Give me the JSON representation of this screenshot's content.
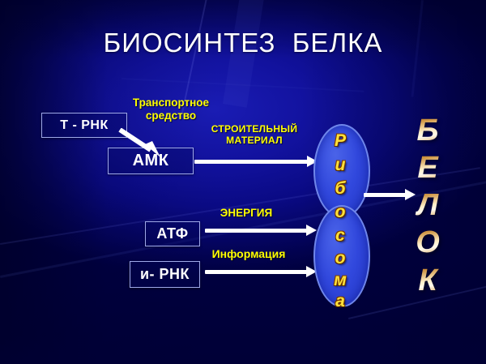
{
  "slide": {
    "title": "БИОСИНТЕЗ  БЕЛКА",
    "background_colors": {
      "core": "#1a1cb4",
      "mid": "#0a0a84",
      "edge": "#000042"
    }
  },
  "boxes": {
    "t_rnk": "Т - РНК",
    "amk": "АМК",
    "atf": "АТФ",
    "i_rnk": "и- РНК"
  },
  "captions": {
    "transport": "Транспортное\nсредство",
    "material": "СТРОИТЕЛЬНЫЙ\nМАТЕРИАЛ",
    "energy": "ЭНЕРГИЯ",
    "information": "Информация",
    "color": "#ffff00"
  },
  "ribosome": {
    "word": "Рибосома",
    "letters": [
      "Р",
      "и",
      "б",
      "о",
      "с",
      "о",
      "м",
      "а"
    ],
    "letter_color": "#ffe23a",
    "fill_color": "#3148dd",
    "border_color": "#6f86ea"
  },
  "protein": {
    "word": "БЕЛОК",
    "letters": [
      "Б",
      "Е",
      "Л",
      "О",
      "К"
    ],
    "accent_color": "#ffeec8"
  },
  "arrows": {
    "amk_to_ribosome": "arrow-right",
    "atf_to_ribosome": "arrow-right",
    "irnk_to_ribosome": "arrow-right",
    "ribosome_to_protein": "arrow-right",
    "trnk_to_amk": "arrow-diagonal-down-right",
    "color": "#ffffff"
  }
}
